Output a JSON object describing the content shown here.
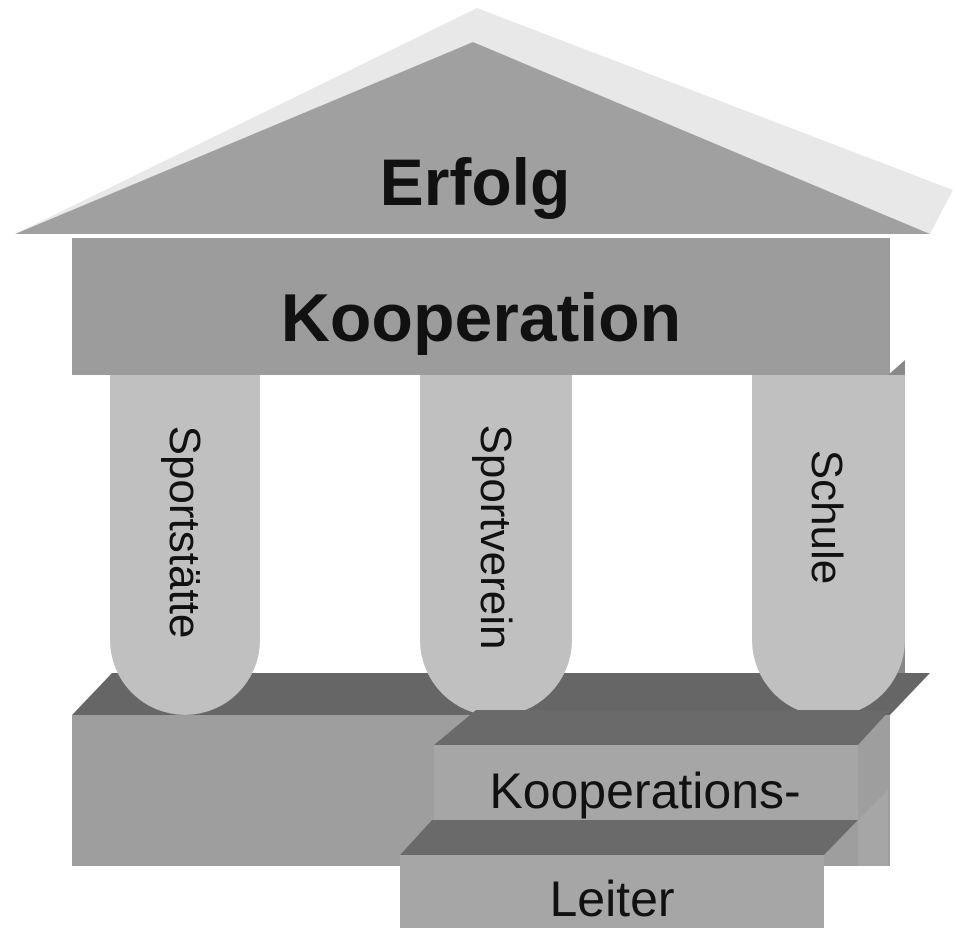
{
  "roof": {
    "label": "Erfolg"
  },
  "beam": {
    "label": "Kooperation"
  },
  "pillars": [
    {
      "label": "Sportstätte"
    },
    {
      "label": "Sportverein"
    },
    {
      "label": "Schule"
    }
  ],
  "steps": [
    {
      "label": "Kooperations-"
    },
    {
      "label": "Leiter"
    }
  ],
  "colors": {
    "roof_light": "#e8e8e8",
    "roof": "#a0a0a0",
    "beam": "#9c9c9c",
    "pillar": "#c0c0c0",
    "step_top": "#6a6a6a",
    "base": "#9e9e9e"
  }
}
